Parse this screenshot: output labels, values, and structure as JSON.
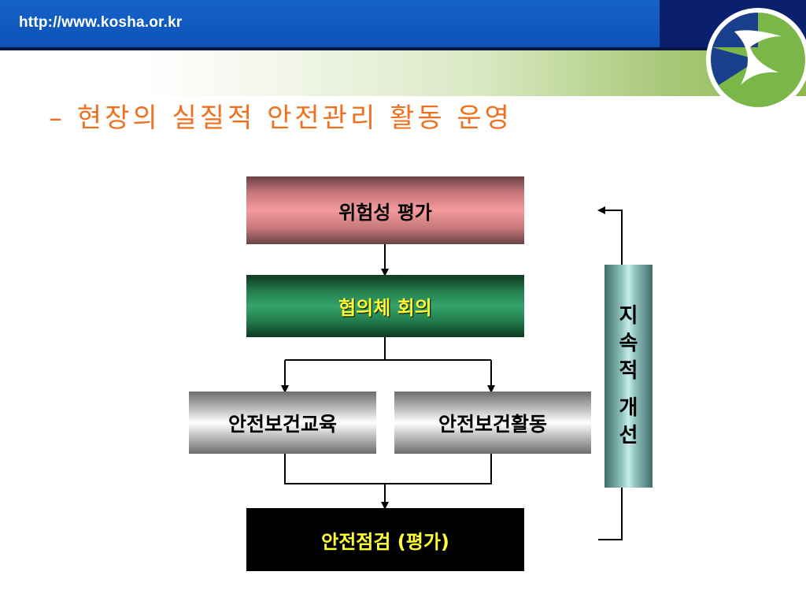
{
  "header": {
    "url": "http://www.kosha.or.kr",
    "logo_icon": "kosha-logo-icon",
    "colors": {
      "topbar": "#0d52b8",
      "accent_green": "#8db850",
      "subtitle": "#f07020"
    }
  },
  "subtitle": "– 현장의 실질적 안전관리 활동 운영",
  "diagram": {
    "risk_assessment": "위험성 평가",
    "council_meeting": "협의체 회의",
    "safety_education": "안전보건교육",
    "safety_activity": "안전보건활동",
    "safety_inspection": "안전점검 (평가)",
    "continuous_improvement": [
      "지",
      "속",
      "적",
      "개",
      "선"
    ]
  }
}
